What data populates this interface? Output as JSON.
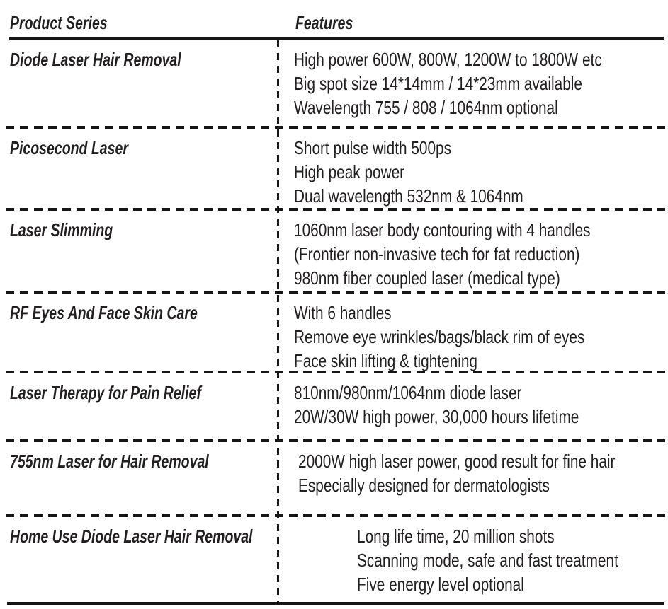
{
  "table": {
    "header": {
      "product_col": "Product Series",
      "features_col": "Features"
    },
    "rows": [
      {
        "product": "Diode Laser Hair Removal",
        "features": [
          "High power 600W, 800W, 1200W to 1800W etc",
          "Big spot size 14*14mm / 14*23mm available",
          "Wavelength 755 / 808 / 1064nm optional"
        ]
      },
      {
        "product": "Picosecond Laser",
        "features": [
          "Short pulse width 500ps",
          "High peak power",
          "Dual wavelength 532nm & 1064nm"
        ]
      },
      {
        "product": "Laser Slimming",
        "features": [
          "1060nm laser body contouring with 4 handles",
          "(Frontier non-invasive tech for fat reduction)",
          "980nm fiber coupled laser (medical type)"
        ]
      },
      {
        "product": "RF Eyes And Face Skin Care",
        "features": [
          "With 6 handles",
          "Remove eye wrinkles/bags/black rim of eyes",
          "Face skin lifting & tightening"
        ]
      },
      {
        "product": "Laser Therapy for Pain Relief",
        "features": [
          "810nm/980nm/1064nm diode laser",
          "20W/30W high power, 30,000 hours lifetime"
        ]
      },
      {
        "product": "755nm Laser for Hair Removal",
        "features": [
          "2000W high laser power, good result for fine hair",
          "Especially designed for dermatologists"
        ]
      },
      {
        "product": "Home Use Diode Laser Hair Removal",
        "features": [
          "Long life time, 20 million shots",
          "Scanning mode, safe and fast treatment",
          "Five energy level optional"
        ]
      }
    ],
    "colors": {
      "text": "#231f20",
      "rule": "#161616",
      "background": "#ffffff"
    }
  }
}
